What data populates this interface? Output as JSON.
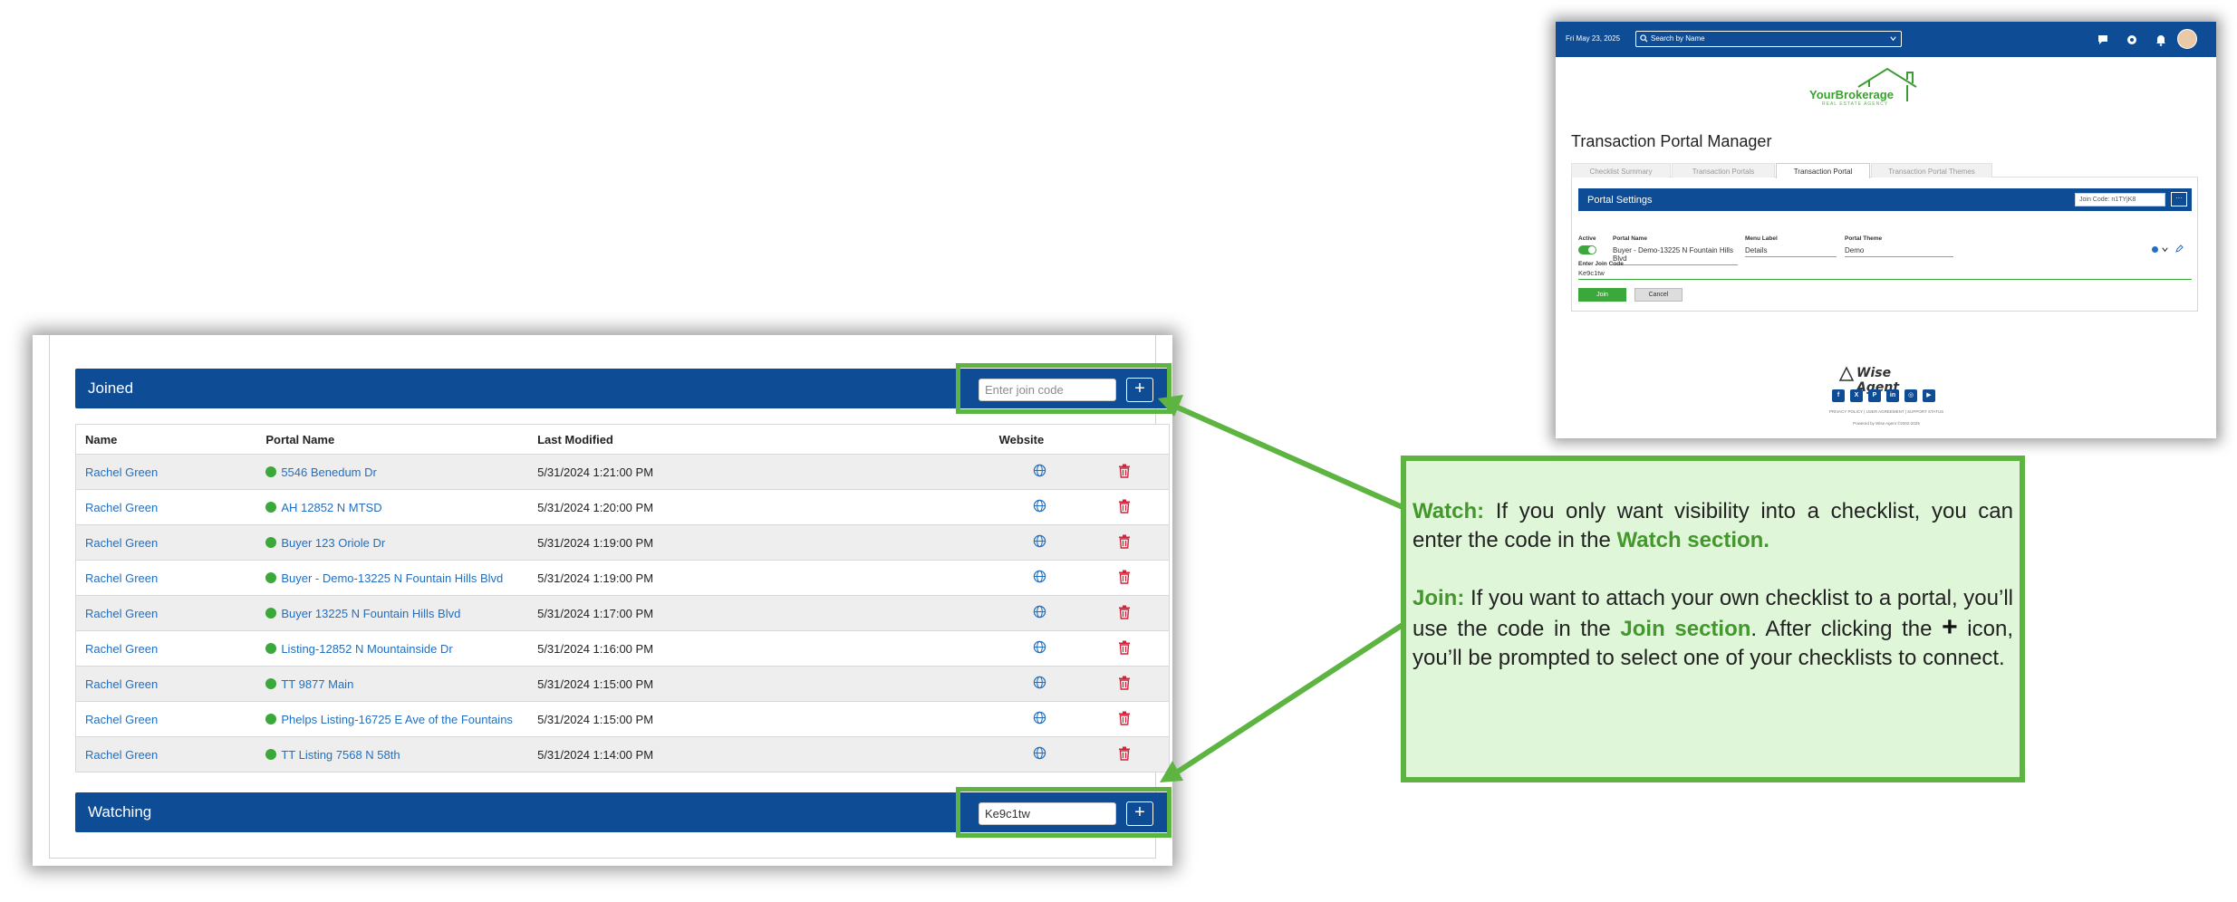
{
  "joined_section": {
    "title": "Joined",
    "join_code_placeholder": "Enter join code",
    "add_button": "+",
    "columns": [
      "Name",
      "Portal Name",
      "Last Modified",
      "Website",
      ""
    ],
    "rows": [
      {
        "name": "Rachel Green",
        "portal": "5546 Benedum Dr",
        "modified": "5/31/2024 1:21:00 PM"
      },
      {
        "name": "Rachel Green",
        "portal": "AH 12852 N MTSD",
        "modified": "5/31/2024 1:20:00 PM"
      },
      {
        "name": "Rachel Green",
        "portal": "Buyer 123 Oriole Dr",
        "modified": "5/31/2024 1:19:00 PM"
      },
      {
        "name": "Rachel Green",
        "portal": "Buyer - Demo-13225 N Fountain Hills Blvd",
        "modified": "5/31/2024 1:19:00 PM"
      },
      {
        "name": "Rachel Green",
        "portal": "Buyer 13225 N Fountain Hills Blvd",
        "modified": "5/31/2024 1:17:00 PM"
      },
      {
        "name": "Rachel Green",
        "portal": "Listing-12852 N Mountainside Dr",
        "modified": "5/31/2024 1:16:00 PM"
      },
      {
        "name": "Rachel Green",
        "portal": "TT 9877 Main",
        "modified": "5/31/2024 1:15:00 PM"
      },
      {
        "name": "Rachel Green",
        "portal": "Phelps Listing-16725 E Ave of the Fountains",
        "modified": "5/31/2024 1:15:00 PM"
      },
      {
        "name": "Rachel Green",
        "portal": "TT Listing 7568 N 58th",
        "modified": "5/31/2024 1:14:00 PM"
      }
    ]
  },
  "watching_section": {
    "title": "Watching",
    "watch_code_value": "Ke9c1tw",
    "add_button": "+"
  },
  "callout": {
    "watch_label": "Watch:",
    "watch_text": "If you only want visibility into a checklist, you can enter the code in the",
    "watch_section": "Watch section.",
    "join_label": "Join:",
    "join_text_1": "If you want to attach your own checklist to a portal, you’ll use the code in the",
    "join_section": "Join section",
    "join_text_2": ". After clicking the",
    "plus_symbol": "+",
    "join_text_3": "icon, you’ll be prompted to select one of your checklists to connect."
  },
  "portal_manager": {
    "date": "Fri May 23, 2025",
    "search_placeholder": "Search by Name",
    "brand_name": "YourBrokerage",
    "brand_sub": "REAL ESTATE AGENCY",
    "page_title": "Transaction Portal Manager",
    "tabs": [
      "Checklist Summary",
      "Transaction Portals",
      "Transaction Portal",
      "Transaction Portal Themes"
    ],
    "active_tab": "Transaction Portal",
    "settings_title": "Portal Settings",
    "join_code_field": "Join Code: n1TYjK8",
    "more_button": "···",
    "active_label": "Active",
    "portal_name_label": "Portal Name",
    "portal_name_value": "Buyer - Demo-13225 N Fountain Hills Blvd",
    "menu_label_label": "Menu Label",
    "menu_label_value": "Details",
    "portal_theme_label": "Portal Theme",
    "portal_theme_value": "Demo",
    "enter_join_code_label": "Enter Join Code",
    "enter_join_code_value": "Ke9c1tw",
    "join_button": "Join",
    "cancel_button": "Cancel",
    "footer_logo": "Wise Agent",
    "footer_links": "PRIVACY POLICY  |  USER AGREEMENT  |  SUPPORT STATUS",
    "footer_powered": "Powered by Wise Agent ©2002-2025",
    "social": [
      "f",
      "X",
      "P",
      "in",
      "◎",
      "▶"
    ]
  },
  "colors": {
    "primary_blue": "#0e4c96",
    "highlight_green": "#5db441",
    "status_green": "#3aa83a",
    "link_blue": "#1f6fc4",
    "trash_red": "#d1243a",
    "callout_bg": "#e0f6d9"
  }
}
